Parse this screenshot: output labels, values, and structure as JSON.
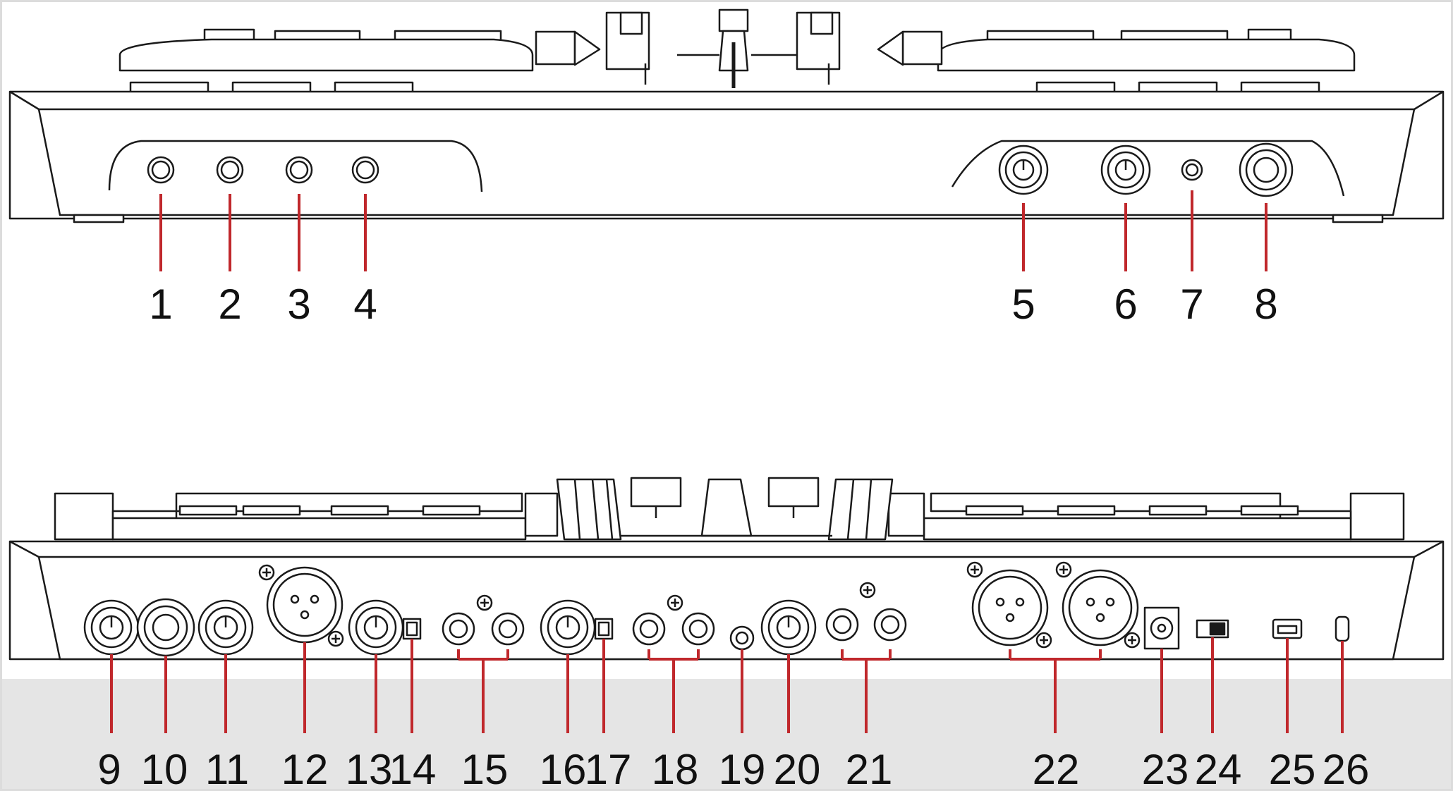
{
  "colors": {
    "callout": "#c0282c",
    "outline": "#1a1a1a",
    "border": "#dcdcdc",
    "bottom_band": "#e5e5e5",
    "background": "#ffffff"
  },
  "front_panel": {
    "labels": [
      "1",
      "2",
      "3",
      "4",
      "5",
      "6",
      "7",
      "8"
    ]
  },
  "rear_panel": {
    "labels": [
      "9",
      "10",
      "11",
      "12",
      "13",
      "14",
      "15",
      "16",
      "17",
      "18",
      "19",
      "20",
      "21",
      "22",
      "23",
      "24",
      "25",
      "26"
    ]
  }
}
